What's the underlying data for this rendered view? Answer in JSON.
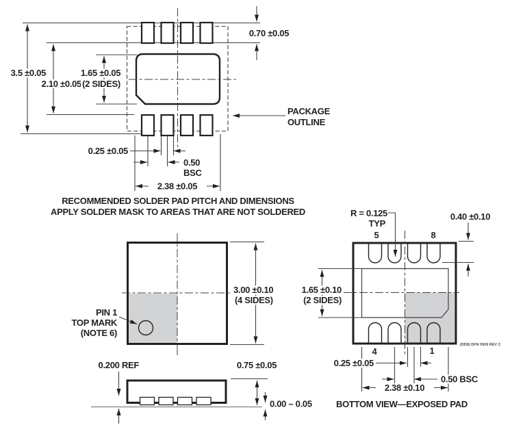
{
  "colors": {
    "line": "#231f20",
    "thin_line": "#3f3f41",
    "gray_fill": "#d2d3d5",
    "seating_line": "#8f9194",
    "rev_text": "#4a4a4a",
    "bg": "#ffffff"
  },
  "solder_pad_view": {
    "dim_overall": "3.5 ±0.05",
    "dim_rows": "2.10 ±0.05",
    "dim_center_pad": "1.65 ±0.05",
    "dim_center_pad_note": "(2 SIDES)",
    "dim_pad_length": "0.70 ±0.05",
    "outline_callout_1": "PACKAGE",
    "outline_callout_2": "OUTLINE",
    "dim_pad_width": "0.25 ±0.05",
    "dim_pitch": "0.50",
    "dim_pitch_unit": "BSC",
    "dim_span": "2.38 ±0.05",
    "caption_1": "RECOMMENDED SOLDER PAD PITCH AND DIMENSIONS",
    "caption_2": "APPLY SOLDER MASK TO AREAS THAT ARE NOT SOLDERED"
  },
  "top_view": {
    "dim_body": "3.00 ±0.10",
    "dim_body_note": "(4 SIDES)",
    "pin1_label_1": "PIN 1",
    "pin1_label_2": "TOP MARK",
    "pin1_label_3": "(NOTE 6)"
  },
  "side_view": {
    "dim_lead": "0.200 REF",
    "dim_height": "0.75 ±0.05",
    "dim_standoff": "0.00 – 0.05"
  },
  "bottom_view": {
    "radius": "R = 0.125",
    "radius_note": "TYP",
    "pin5": "5",
    "pin8": "8",
    "pin4": "4",
    "pin1": "1",
    "dim_pin_length": "0.40 ±0.10",
    "dim_epad": "1.65 ±0.10",
    "dim_epad_note": "(2 SIDES)",
    "dim_pin_width": "0.25 ±0.05",
    "dim_pitch": "0.50 BSC",
    "dim_span": "2.38 ±0.10",
    "caption": "BOTTOM VIEW—EXPOSED PAD",
    "rev": "(DD8) DFN 0509 REV C"
  }
}
